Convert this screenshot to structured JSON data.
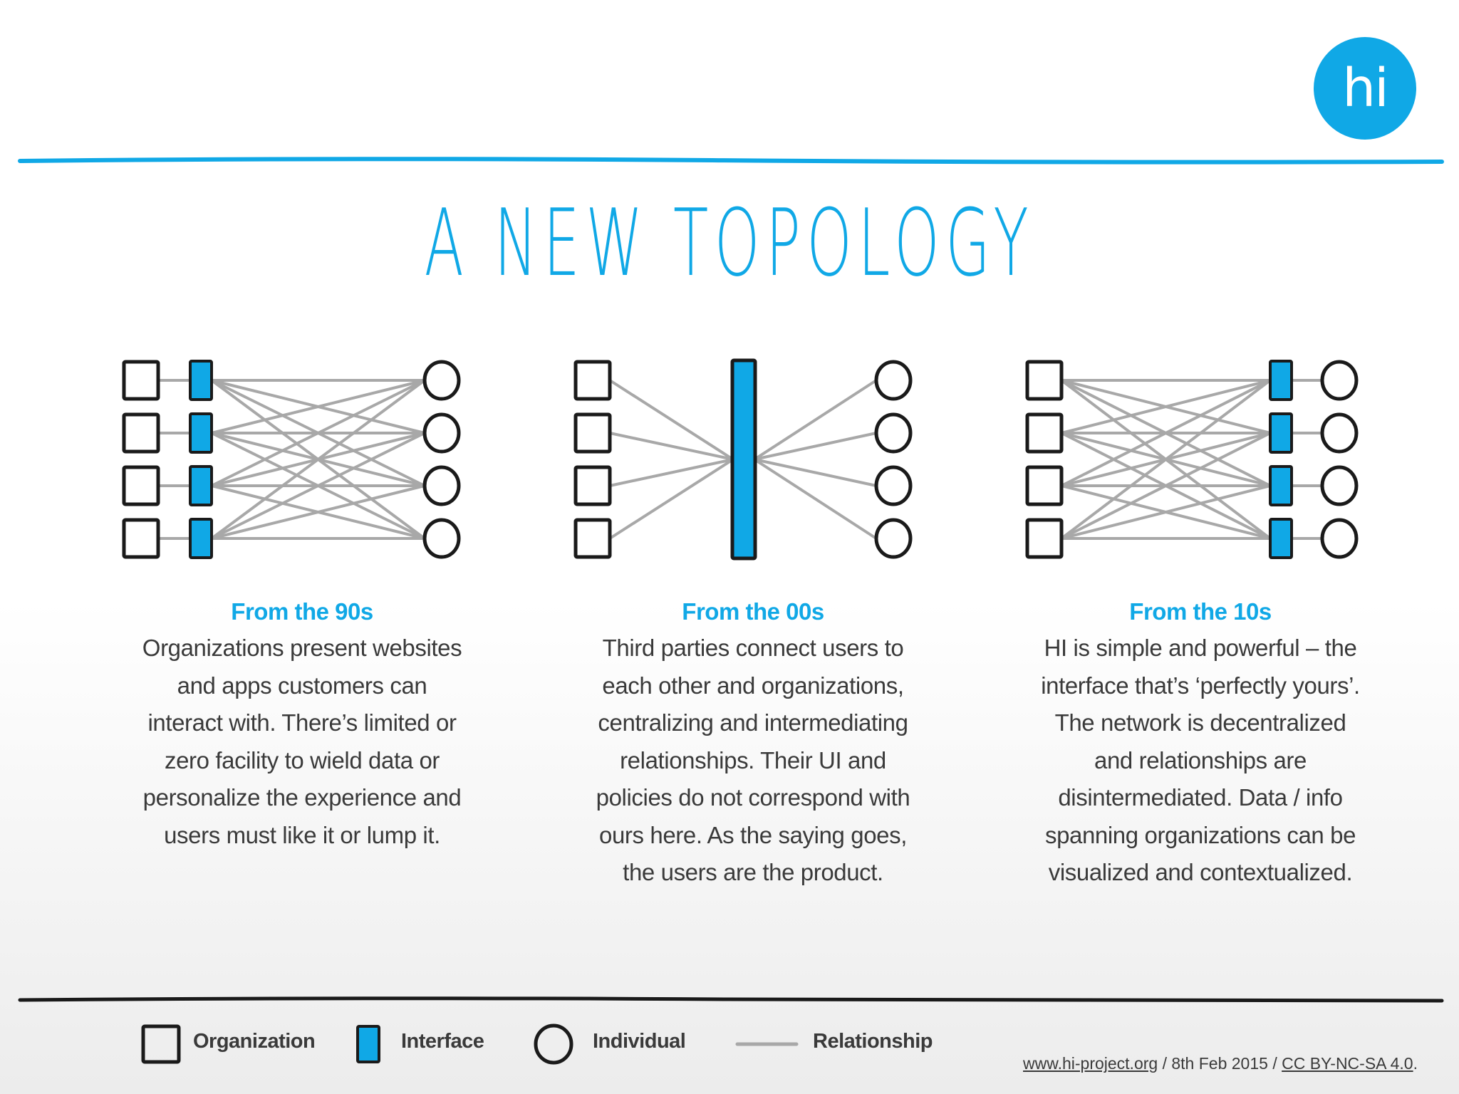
{
  "logo": {
    "text": "hi"
  },
  "title": "A NEW TOPOLOGY",
  "colors": {
    "accent": "#10a8e6",
    "line": "#a8a8a8",
    "ink": "#1a1a1a",
    "text": "#3a3a3a"
  },
  "panels": [
    {
      "heading": "From the 90s",
      "body": [
        "Organizations present websites",
        "and apps customers can",
        "interact with. There’s limited or",
        "zero facility to wield data or",
        "personalize the experience and",
        "users must like it or lump it."
      ]
    },
    {
      "heading": "From the 00s",
      "body": [
        "Third parties connect users to",
        "each other and organizations,",
        "centralizing and intermediating",
        "relationships. Their UI and",
        "policies do not correspond with",
        "ours here. As the saying goes,",
        "the users are the product."
      ]
    },
    {
      "heading": "From the 10s",
      "body": [
        "HI is simple and powerful – the",
        "interface that’s ‘perfectly yours’.",
        "The network is decentralized",
        "and relationships are",
        "disintermediated. Data / info",
        "spanning organizations can be",
        "visualized and contextualized."
      ]
    }
  ],
  "legend": {
    "organization": "Organization",
    "interface": "Interface",
    "individual": "Individual",
    "relationship": "Relationship"
  },
  "footer": {
    "site": "www.hi-project.org",
    "sep1": " / 8th Feb 2015 / ",
    "license": "CC BY-NC-SA 4.0",
    "end": "."
  }
}
